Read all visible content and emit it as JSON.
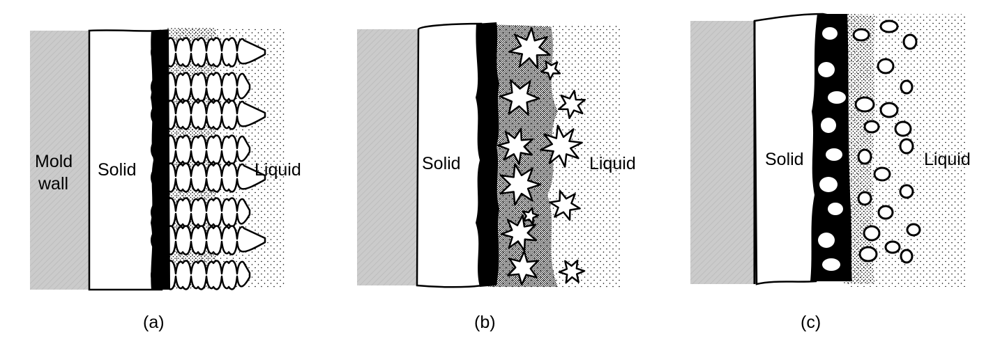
{
  "figure": {
    "panels": [
      {
        "caption": "(a)",
        "mold_label_line1": "Mold",
        "mold_label_line2": "wall",
        "solid_label": "Solid",
        "liquid_label": "Liquid"
      },
      {
        "caption": "(b)",
        "solid_label": "Solid",
        "liquid_label": "Liquid"
      },
      {
        "caption": "(c)",
        "solid_label": "Solid",
        "liquid_label": "Liquid"
      }
    ]
  },
  "colors": {
    "mold_wall": "#c9c9c9",
    "mushy_zone": "#000000",
    "liquid_stipple": "#000000",
    "background": "#ffffff"
  }
}
